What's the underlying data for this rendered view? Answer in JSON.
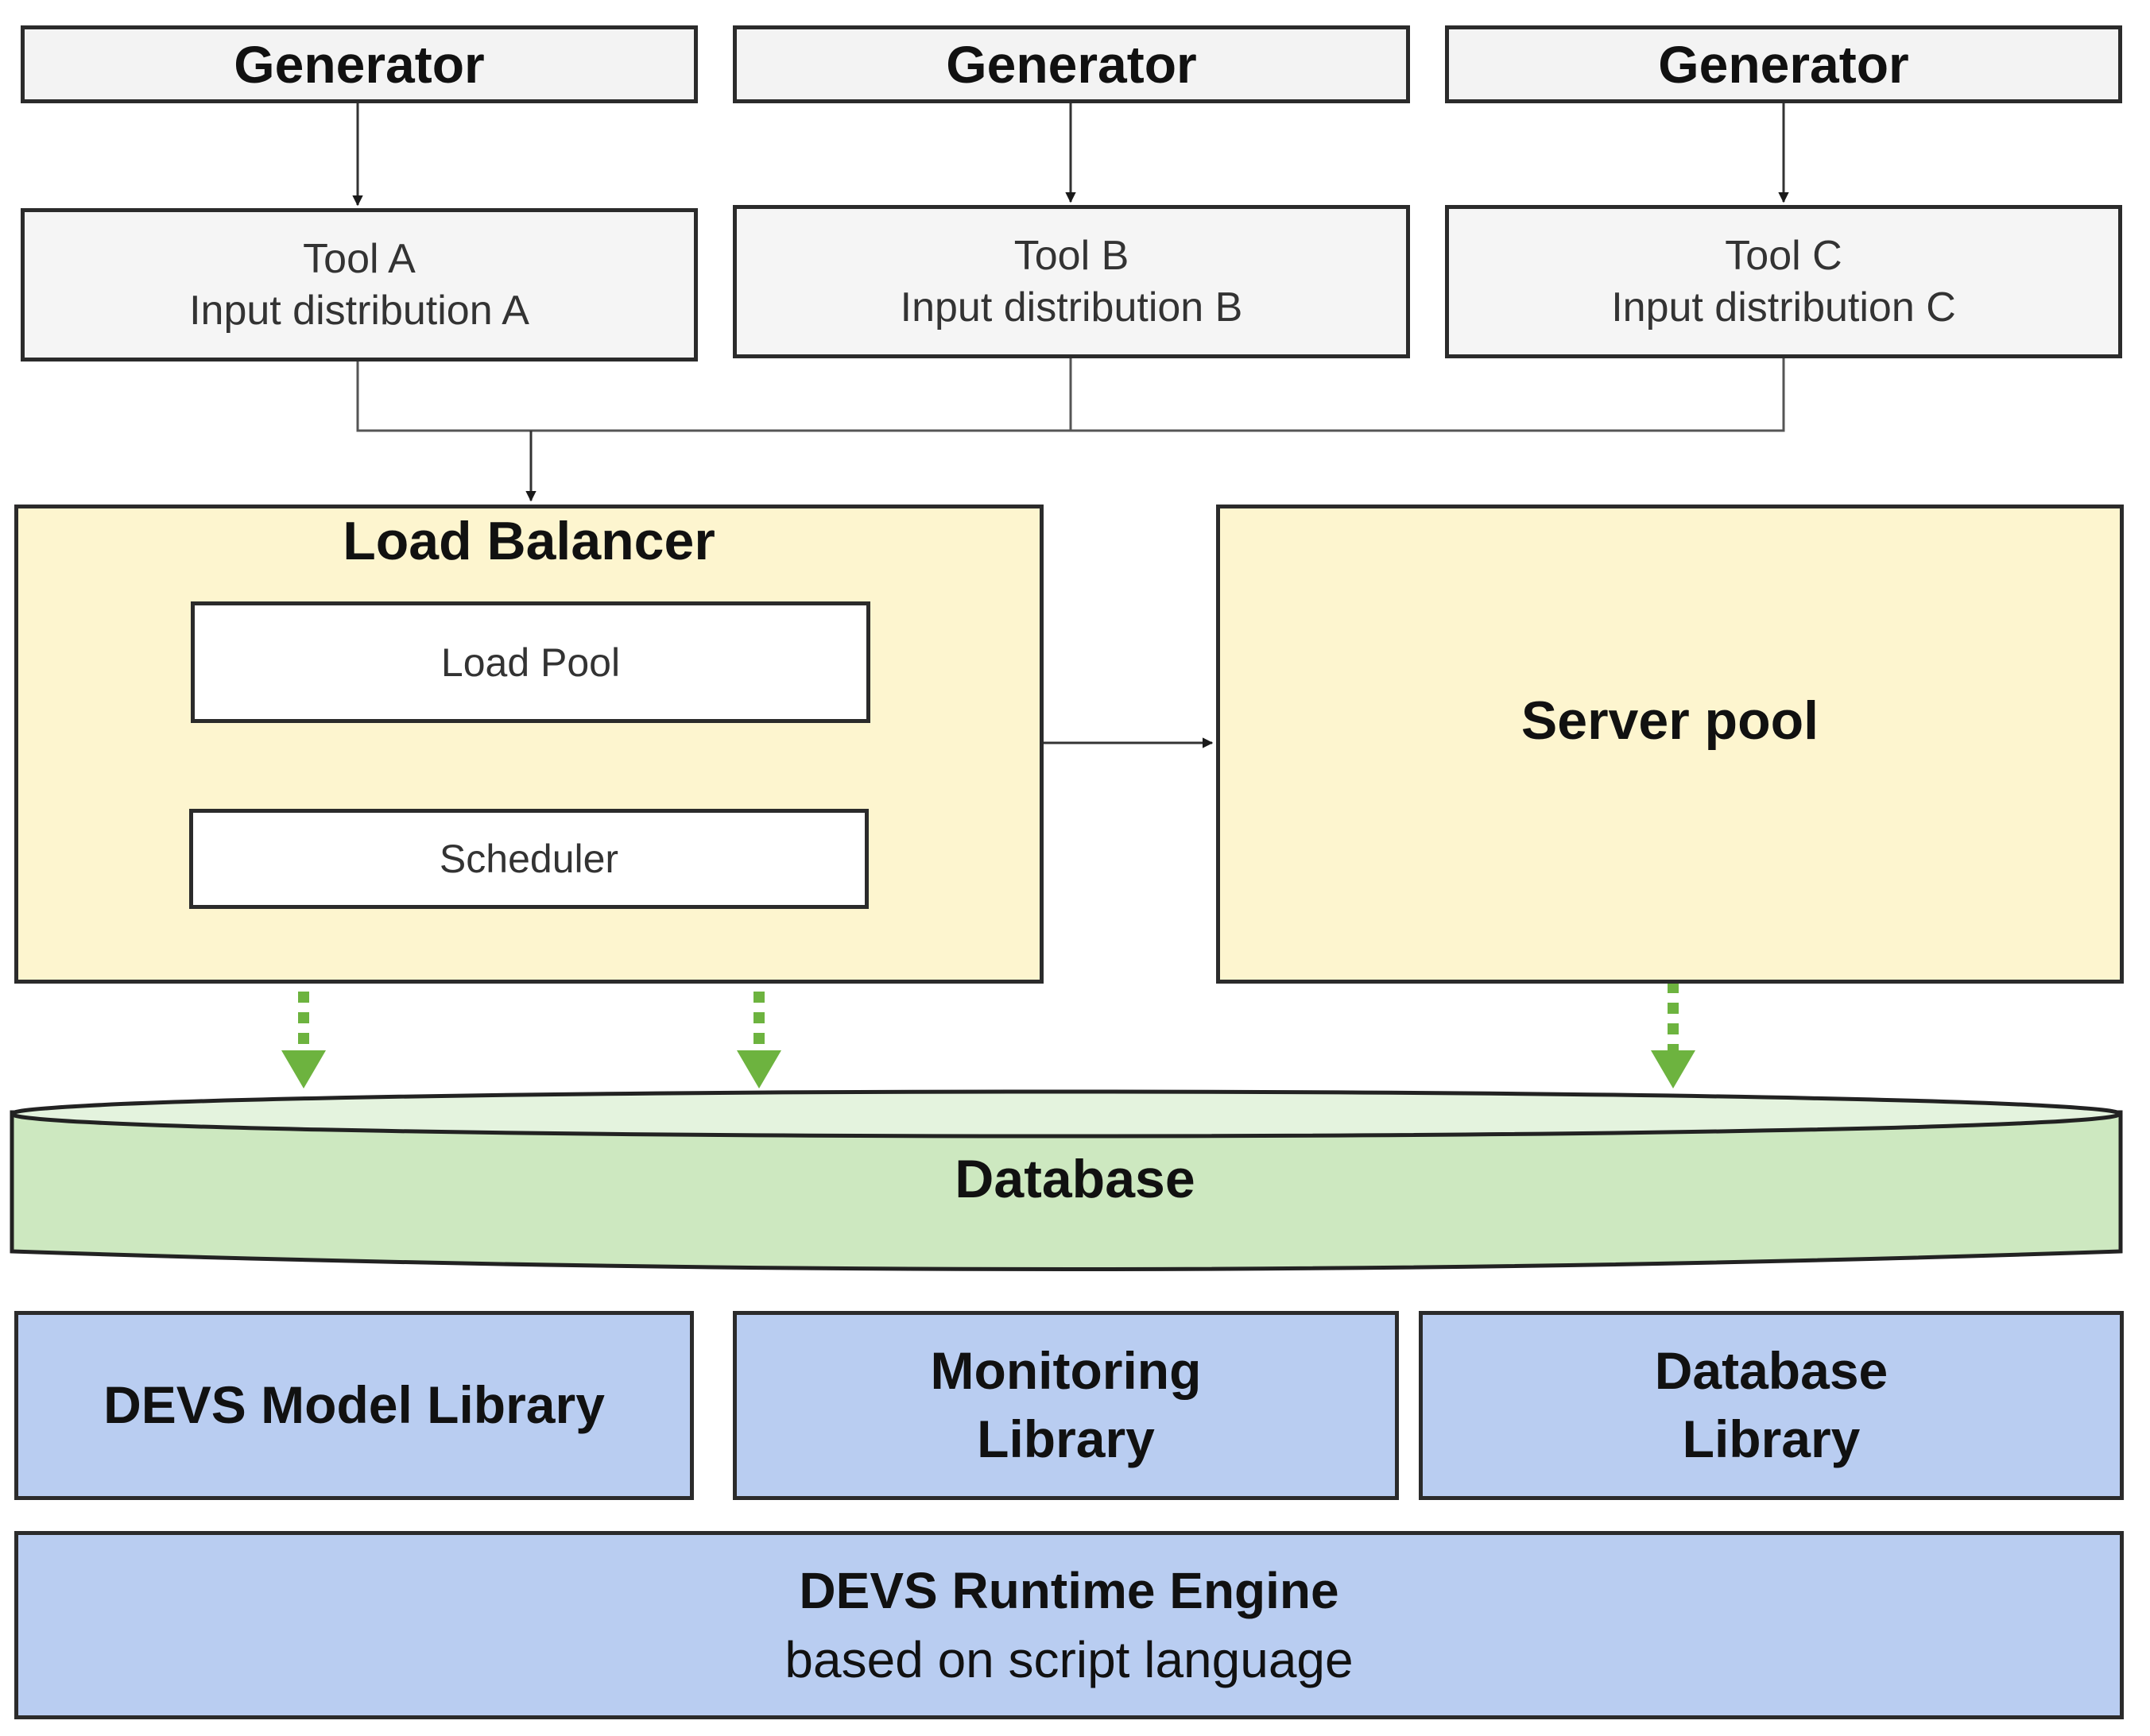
{
  "generators": [
    {
      "label": "Generator"
    },
    {
      "label": "Generator"
    },
    {
      "label": "Generator"
    }
  ],
  "tools": [
    {
      "name": "Tool A",
      "dist": "Input distribution A"
    },
    {
      "name": "Tool B",
      "dist": "Input distribution B"
    },
    {
      "name": "Tool C",
      "dist": "Input distribution C"
    }
  ],
  "load_balancer": {
    "title": "Load Balancer",
    "load_pool": "Load Pool",
    "scheduler": "Scheduler"
  },
  "server_pool": {
    "label": "Server pool"
  },
  "database": {
    "label": "Database"
  },
  "libraries": [
    {
      "line1": "DEVS Model Library",
      "line2": ""
    },
    {
      "line1": "Monitoring",
      "line2": "Library"
    },
    {
      "line1": "Database",
      "line2": "Library"
    }
  ],
  "runtime": {
    "title": "DEVS Runtime Engine",
    "subtitle": "based on script language"
  },
  "colors": {
    "generator_fill": "#f3f3f3",
    "yellow_fill": "#fdf5cf",
    "database_fill": "#cde8c0",
    "database_top": "#e4f3de",
    "library_fill": "#b9cdf1",
    "green_arrow": "#6db33f",
    "line": "#2b2b2b"
  }
}
